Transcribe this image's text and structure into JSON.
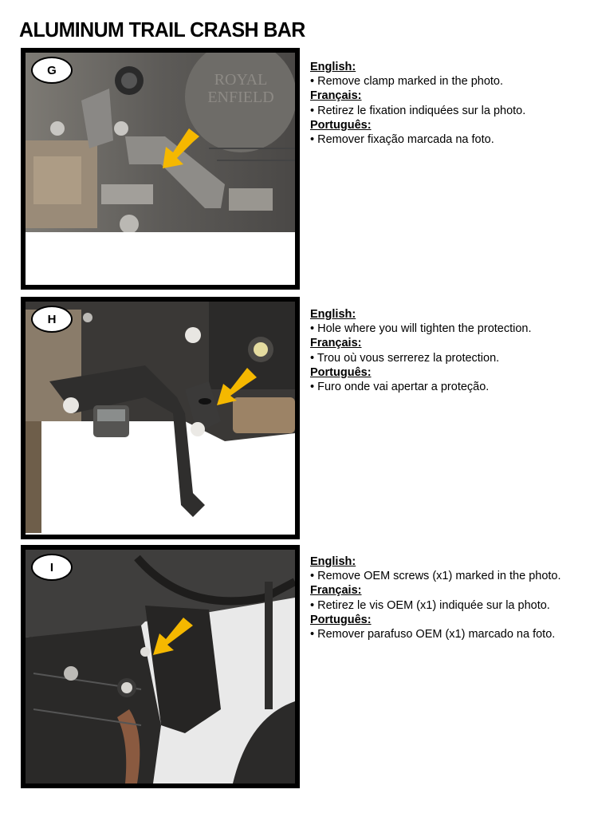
{
  "document": {
    "title": "ALUMINUM TRAIL CRASH BAR"
  },
  "steps": [
    {
      "label": "G",
      "photo_description": "Motorcycle left footpeg/shift lever area with engine cover showing 'ROYAL ENFIELD'; yellow arrow points to a clamp bracket",
      "engine_cover_text": [
        "ROYAL",
        "ENFIELD"
      ],
      "arrow_color": "#F5B800",
      "instructions": {
        "english": {
          "heading": "English:",
          "text": "• Remove clamp marked in the photo."
        },
        "french": {
          "heading": "Français:",
          "text": "• Retirez le fixation indiquées sur la photo."
        },
        "portuguese": {
          "heading": "Português:",
          "text": "• Remover fixação marcada na foto."
        }
      }
    },
    {
      "label": "H",
      "photo_description": "Black footpeg bracket with yellow arrow pointing at slotted hole",
      "arrow_color": "#F5B800",
      "instructions": {
        "english": {
          "heading": "English:",
          "text": "• Hole where you will tighten the protection."
        },
        "french": {
          "heading": "Français:",
          "text": "• Trou où vous serrerez la protection."
        },
        "portuguese": {
          "heading": "Português:",
          "text": "• Furo onde vai apertar a proteção."
        }
      }
    },
    {
      "label": "I",
      "photo_description": "Engine side with crash bar tube; yellow arrow pointing at OEM screw",
      "arrow_color": "#F5B800",
      "instructions": {
        "english": {
          "heading": "English:",
          "text": "• Remove OEM screws (x1) marked in the photo."
        },
        "french": {
          "heading": "Français:",
          "text": "• Retirez le vis OEM (x1) indiquée sur la photo."
        },
        "portuguese": {
          "heading": "Português:",
          "text": "• Remover parafuso OEM (x1) marcado na foto."
        }
      }
    }
  ]
}
